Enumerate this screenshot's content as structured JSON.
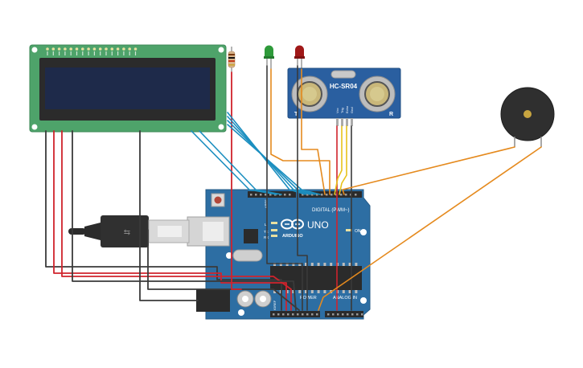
{
  "canvas": {
    "background": "#ffffff"
  },
  "colors": {
    "lcd_pcb": "#4ea36a",
    "lcd_screen": "#1e2a4a",
    "arduino_pcb": "#2d6ea3",
    "sensor_pcb": "#2a5fa0",
    "wire_red": "#d0232c",
    "wire_black": "#3a3a3a",
    "wire_blue": "#1c8fc0",
    "wire_orange": "#e58a1e",
    "wire_yellow": "#e8c21a",
    "led_green": "#2e9a3a",
    "led_red": "#a01818",
    "buzzer": "#2f2f2f"
  },
  "components": {
    "lcd": {
      "name": "lcd-display-16x2"
    },
    "resistor": {
      "name": "resistor"
    },
    "led_green": {
      "name": "green-led"
    },
    "led_red": {
      "name": "red-led"
    },
    "ultrasonic": {
      "label": "HC-SR04",
      "left_marker": "T",
      "right_marker": "R",
      "pins": [
        "Vcc",
        "Trig",
        "Echo",
        "Gnd"
      ]
    },
    "buzzer": {
      "name": "piezo-buzzer"
    },
    "arduino": {
      "brand": "ARDUINO",
      "model": "UNO",
      "digital_label": "DIGITAL (PWM~)",
      "analog_label": "ANALOG IN",
      "power_label": "POWER",
      "on_label": "ON",
      "tx_label": "TX",
      "rx_label": "RX",
      "l_label": "L",
      "aref_label": "AREF",
      "ioref_label": "IOREF"
    }
  }
}
